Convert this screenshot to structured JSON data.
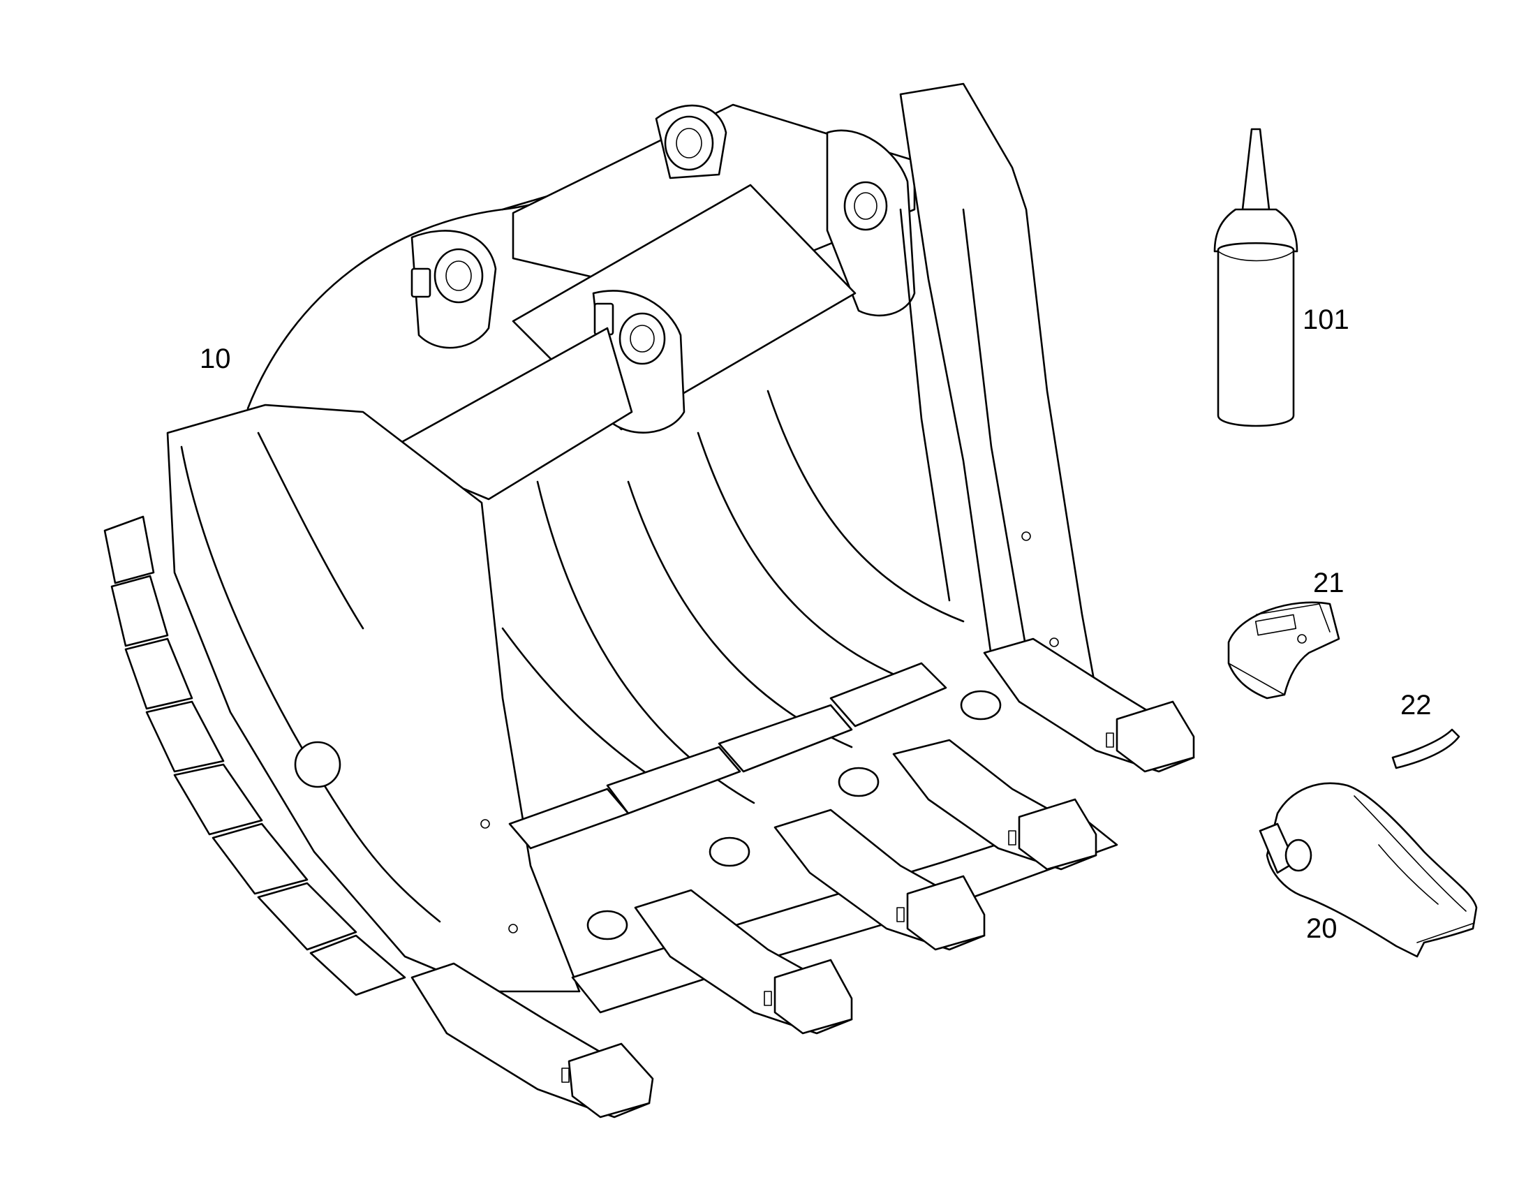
{
  "parts": [
    {
      "id": "bucket",
      "label": "10"
    },
    {
      "id": "tooth-tip",
      "label": "20"
    },
    {
      "id": "tooth-lock",
      "label": "21"
    },
    {
      "id": "retainer-pin",
      "label": "22"
    },
    {
      "id": "sealant-bottle",
      "label": "101"
    }
  ]
}
